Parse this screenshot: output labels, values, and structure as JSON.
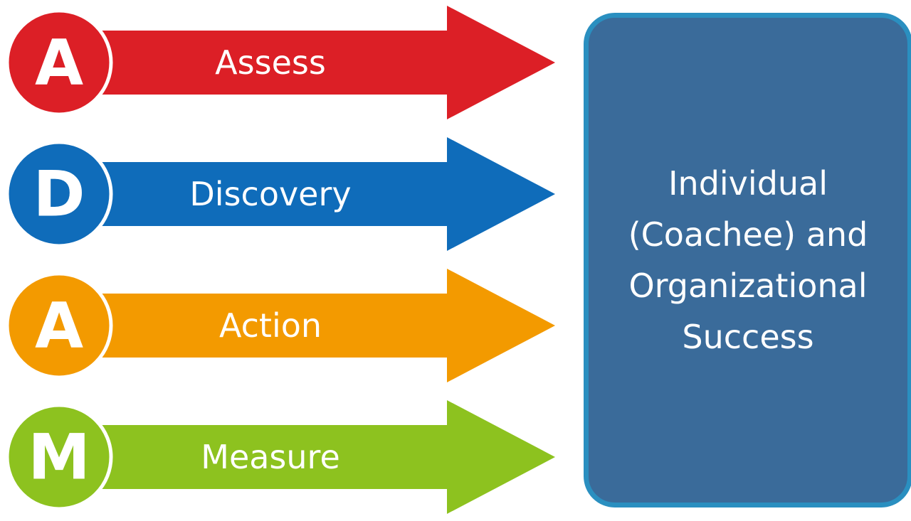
{
  "steps": [
    {
      "letter": "A",
      "label": "Assess",
      "color": "#dc1f26"
    },
    {
      "letter": "D",
      "label": "Discovery",
      "color": "#0f6cba"
    },
    {
      "letter": "A",
      "label": "Action",
      "color": "#f39a00"
    },
    {
      "letter": "M",
      "label": "Measure",
      "color": "#8dc21f"
    }
  ],
  "outcome": {
    "lines": [
      "Individual",
      "(Coachee) and",
      "Organizational",
      "Success"
    ],
    "fill": "#3a6b9a",
    "border": "#2a8fc0"
  }
}
